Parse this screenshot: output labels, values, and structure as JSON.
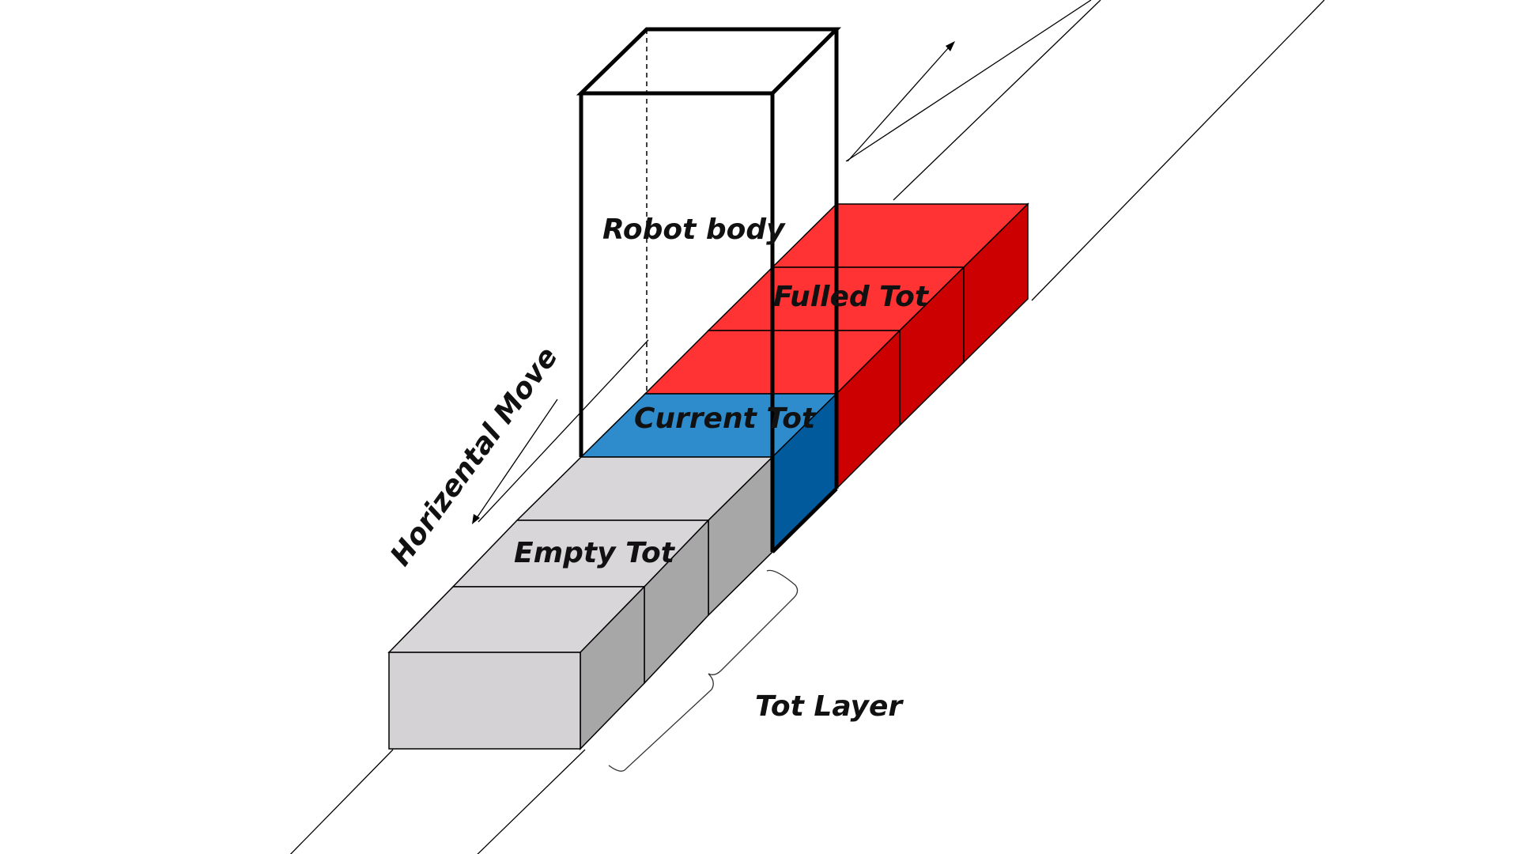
{
  "colors": {
    "background": "#ffffff",
    "empty_top": "#d8d6d8",
    "empty_front": "#d4d2d4",
    "empty_side": "#a8a7a8",
    "current_top": "#2e8ccc",
    "current_side": "#005a9c",
    "full_top": "#ff3333",
    "full_side": "#cc0000",
    "outline": "#000000"
  },
  "labels": {
    "robot_body": "Robot body",
    "fulled_tot": "Fulled Tot",
    "current_tot": "Current Tot",
    "empty_tot": "Empty Tot",
    "horizontal_move": "Horizental Move",
    "tot_layer": "Tot Layer"
  }
}
